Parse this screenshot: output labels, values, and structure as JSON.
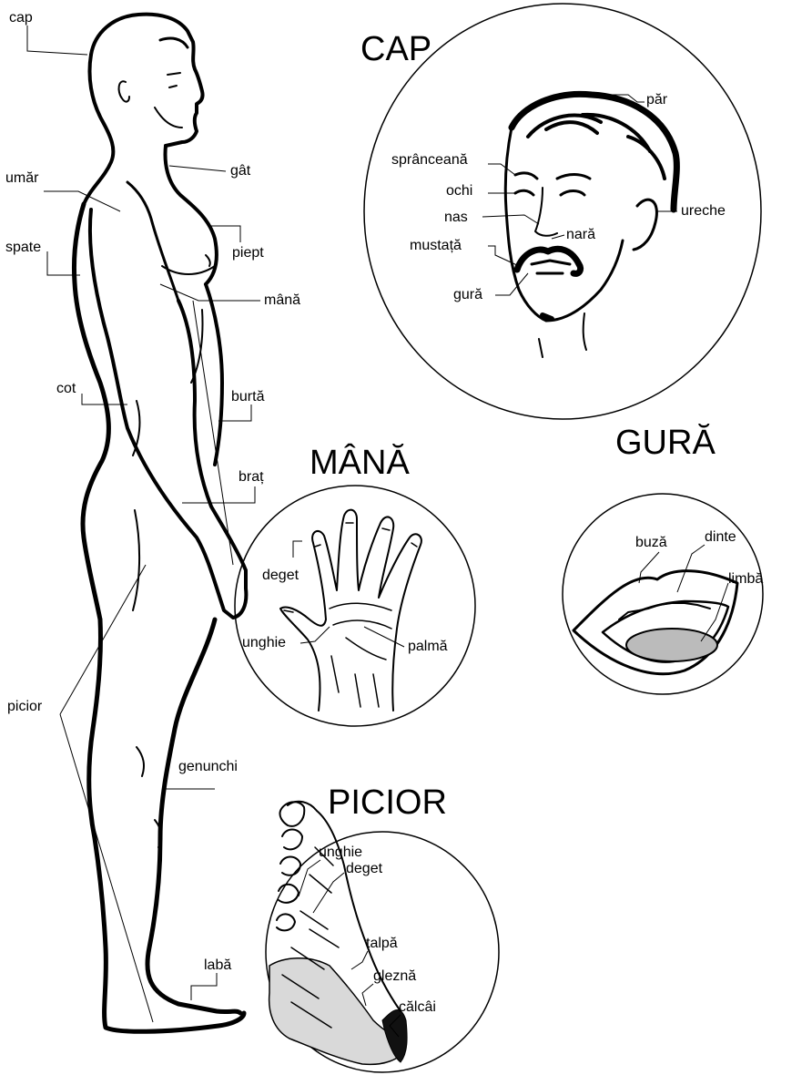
{
  "titles": {
    "cap": "CAP",
    "mana": "MÂNĂ",
    "gura": "GURĂ",
    "picior": "PICIOR"
  },
  "body_labels": {
    "cap": "cap",
    "gat": "gât",
    "umar": "umăr",
    "spate": "spate",
    "piept": "piept",
    "mana": "mână",
    "cot": "cot",
    "burta": "burtă",
    "brat": "braț",
    "picior": "picior",
    "genunchi": "genunchi",
    "laba": "labă"
  },
  "head_labels": {
    "par": "păr",
    "spranceana": "sprânceană",
    "ochi": "ochi",
    "nas": "nas",
    "nara": "nară",
    "ureche": "ureche",
    "mustata": "mustață",
    "gura": "gură"
  },
  "hand_labels": {
    "deget": "deget",
    "unghie": "unghie",
    "palma": "palmă"
  },
  "mouth_labels": {
    "buza": "buză",
    "dinte": "dinte",
    "limba": "limbă"
  },
  "foot_labels": {
    "unghie": "unghie",
    "deget": "deget",
    "talpa": "talpă",
    "glezna": "gleznă",
    "calcai": "călcâi"
  }
}
